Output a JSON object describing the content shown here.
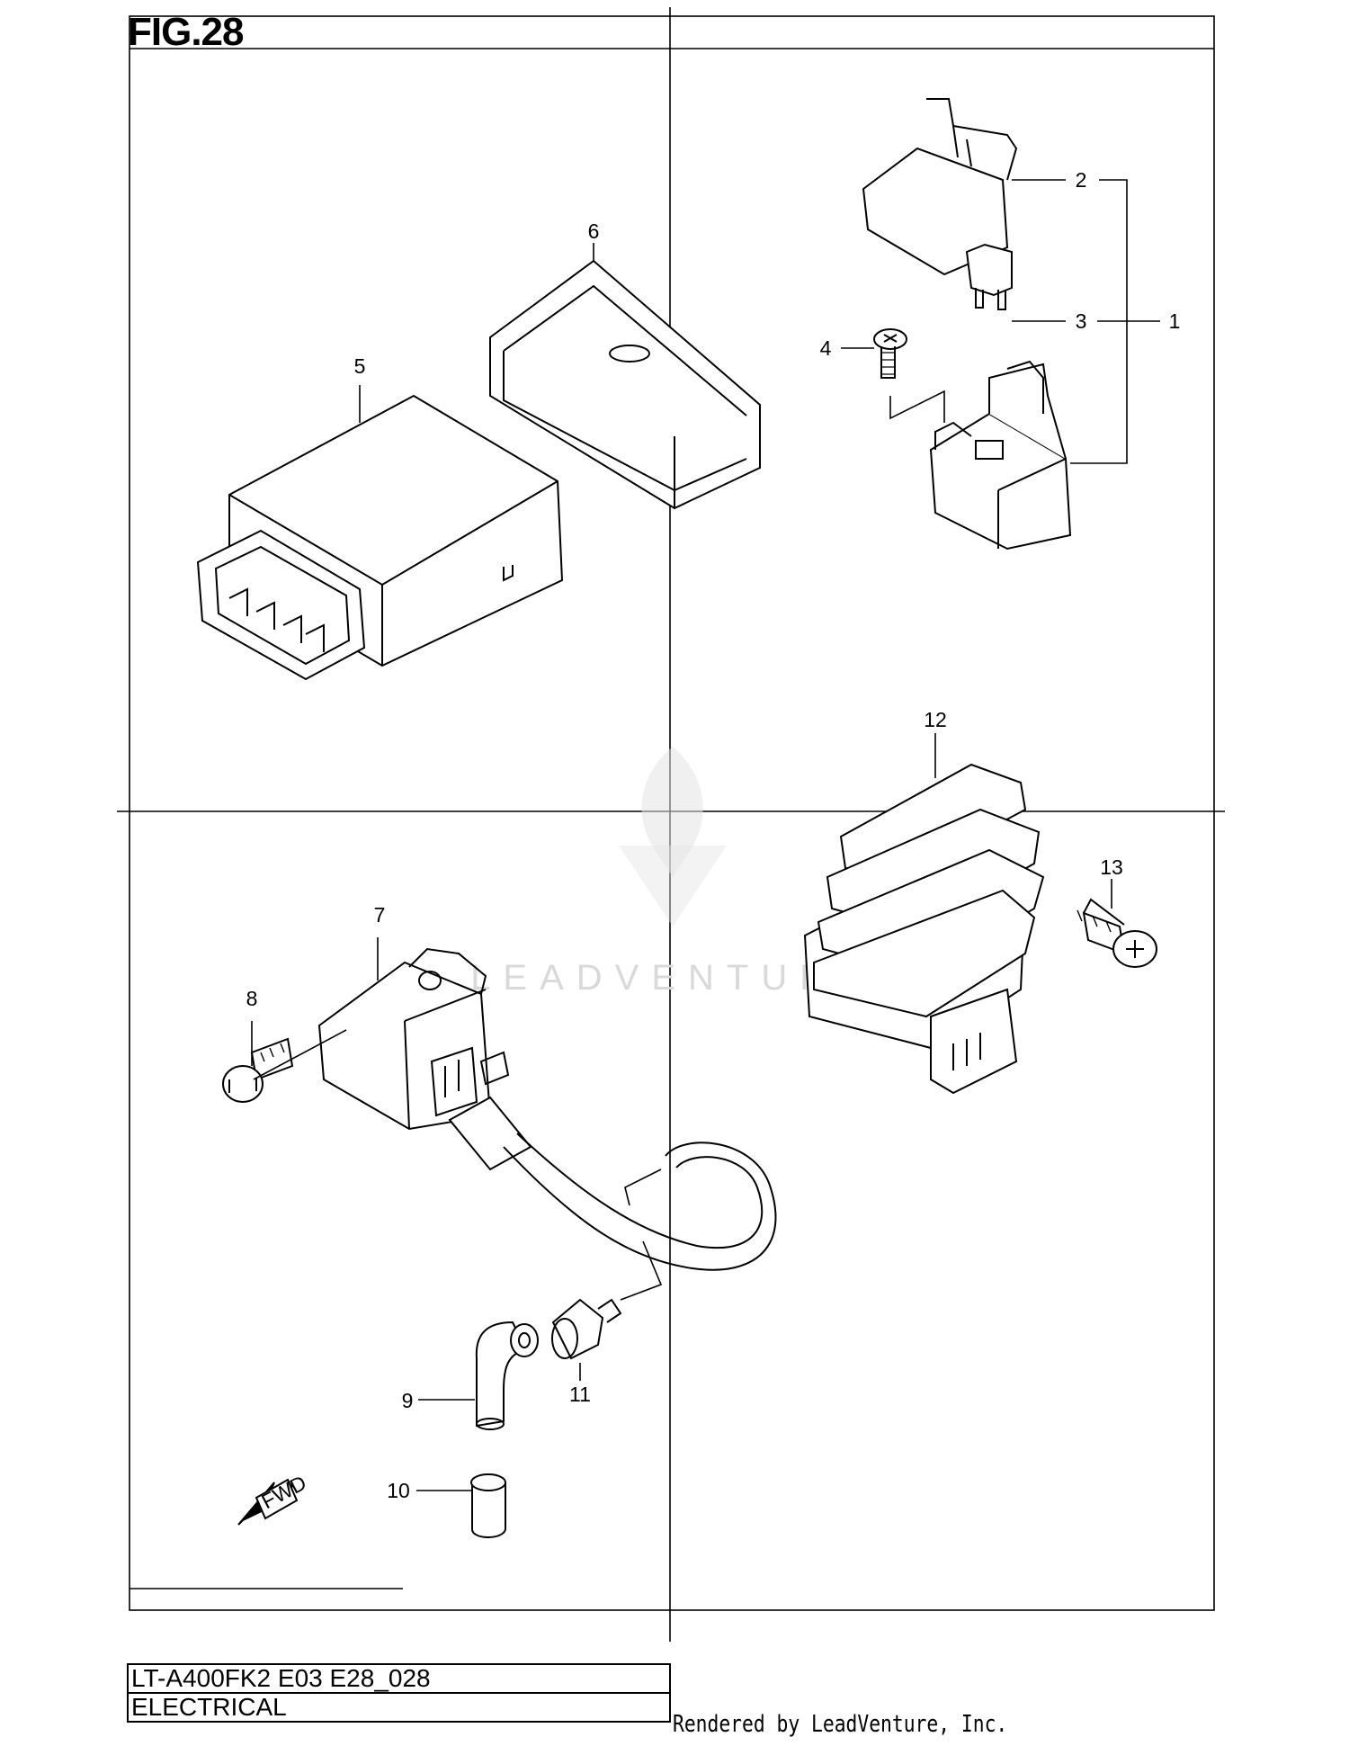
{
  "figure": {
    "title": "FIG.28"
  },
  "footer": {
    "model_code": "LT-A400FK2 E03 E28_028",
    "section": "ELECTRICAL",
    "rendered_by": "Rendered by LeadVenture, Inc."
  },
  "watermark": {
    "text": "LEADVENTURE",
    "color": "#d9d9d9"
  },
  "callouts": {
    "c1": "1",
    "c2": "2",
    "c3": "3",
    "c4": "4",
    "c5": "5",
    "c6": "6",
    "c7": "7",
    "c8": "8",
    "c9": "9",
    "c10": "10",
    "c11": "11",
    "c12": "12",
    "c13": "13"
  },
  "direction_marker": {
    "label": "FWD"
  }
}
